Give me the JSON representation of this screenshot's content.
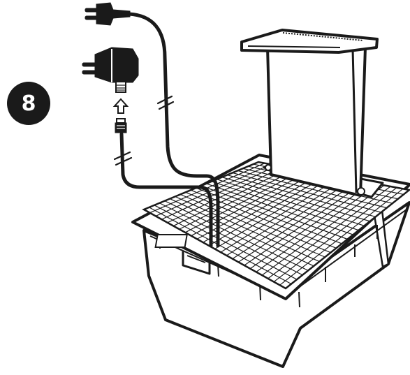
{
  "step": {
    "number": "8"
  },
  "colors": {
    "ink": "#1a1a1a",
    "paper": "#ffffff",
    "grid_line": "#1a1a1a"
  },
  "icons": [
    "step-number-badge",
    "power-plug-icon",
    "power-adapter-icon",
    "connector-plug-icon",
    "insert-arrow-icon",
    "power-cable",
    "cable-break-mark",
    "water-reservoir-tub",
    "grid-lid",
    "fountain-tower-spout"
  ]
}
